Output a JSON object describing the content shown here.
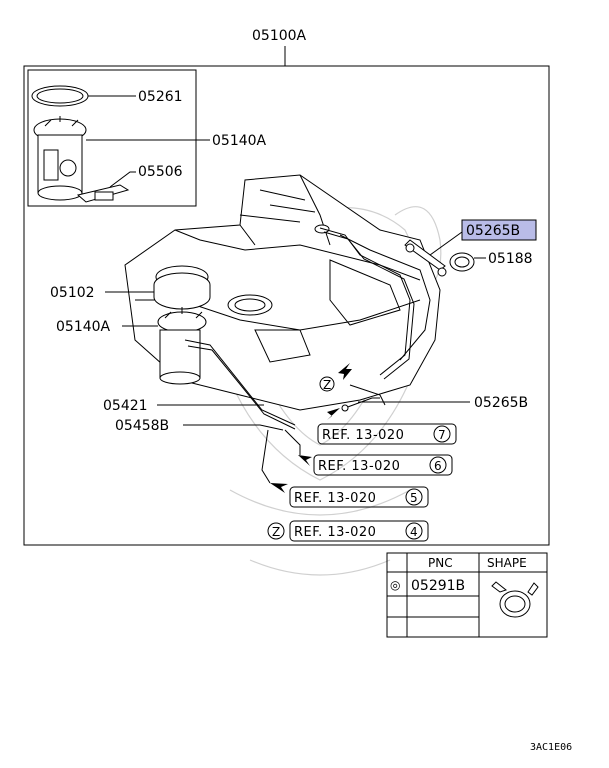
{
  "callouts": {
    "assembly": "05100A",
    "seal_ring": "05261",
    "pump_kit": "05140A",
    "filter": "05506",
    "hose_top": "05265B",
    "clip": "05188",
    "cap": "05102",
    "pump_inset": "05140A",
    "pipe_a": "05421",
    "pipe_b": "05458B",
    "hose_bottom": "05265B"
  },
  "refs": [
    {
      "text": "REF. 13-020",
      "num": "7"
    },
    {
      "text": "REF. 13-020",
      "num": "6"
    },
    {
      "text": "REF. 13-020",
      "num": "5"
    },
    {
      "text": "REF. 13-020",
      "num": "4"
    }
  ],
  "markers": {
    "z1": "Z",
    "z2": "Z"
  },
  "legend": {
    "headers": [
      "PNC",
      "SHAPE"
    ],
    "rows": [
      {
        "symbol": "◎",
        "pnc": "05291B"
      }
    ]
  },
  "footer_code": "3AC1E06"
}
